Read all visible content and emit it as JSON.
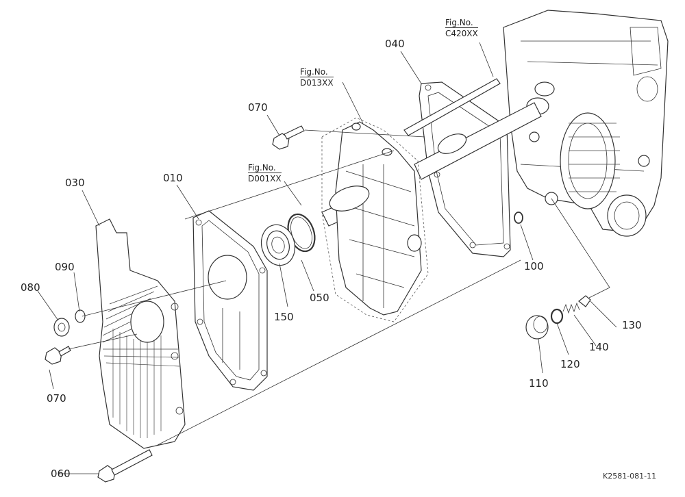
{
  "part_numbers": {
    "p010": "010",
    "p030": "030",
    "p040": "040",
    "p050": "050",
    "p060": "060",
    "p070a": "070",
    "p070b": "070",
    "p080": "080",
    "p090": "090",
    "p100": "100",
    "p110": "110",
    "p120": "120",
    "p130": "130",
    "p140": "140",
    "p150": "150"
  },
  "figure_refs": {
    "ref1": {
      "label": "Fig.No.",
      "value": "C420XX"
    },
    "ref2": {
      "label": "Fig.No.",
      "value": "D013XX"
    },
    "ref3": {
      "label": "Fig.No.",
      "value": "D001XX"
    }
  },
  "drawing_code": "K2581-081-11"
}
